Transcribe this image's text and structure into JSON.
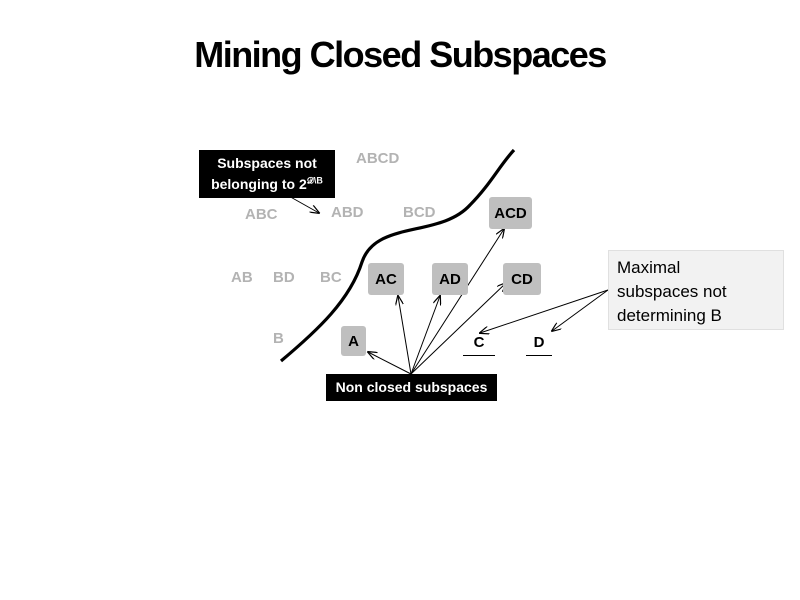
{
  "title": "Mining Closed Subspaces",
  "faded_labels": {
    "abcd": "ABCD",
    "abc": "ABC",
    "abd": "ABD",
    "bcd": "BCD",
    "ab": "AB",
    "bd": "BD",
    "bc": "BC",
    "b": "B"
  },
  "boxed_labels": {
    "acd": "ACD",
    "ac": "AC",
    "ad": "AD",
    "cd": "CD",
    "a": "A"
  },
  "underlined_labels": {
    "c": "C",
    "d": "D"
  },
  "not_belonging_box": {
    "line1": "Subspaces not",
    "line2_prefix": "belonging to 2",
    "line2_sup": "𝒟\\B"
  },
  "non_closed_box": "Non closed  subspaces",
  "maximal_callout": {
    "line1": "Maximal",
    "line2": "subspaces not",
    "line3": "determining B"
  }
}
